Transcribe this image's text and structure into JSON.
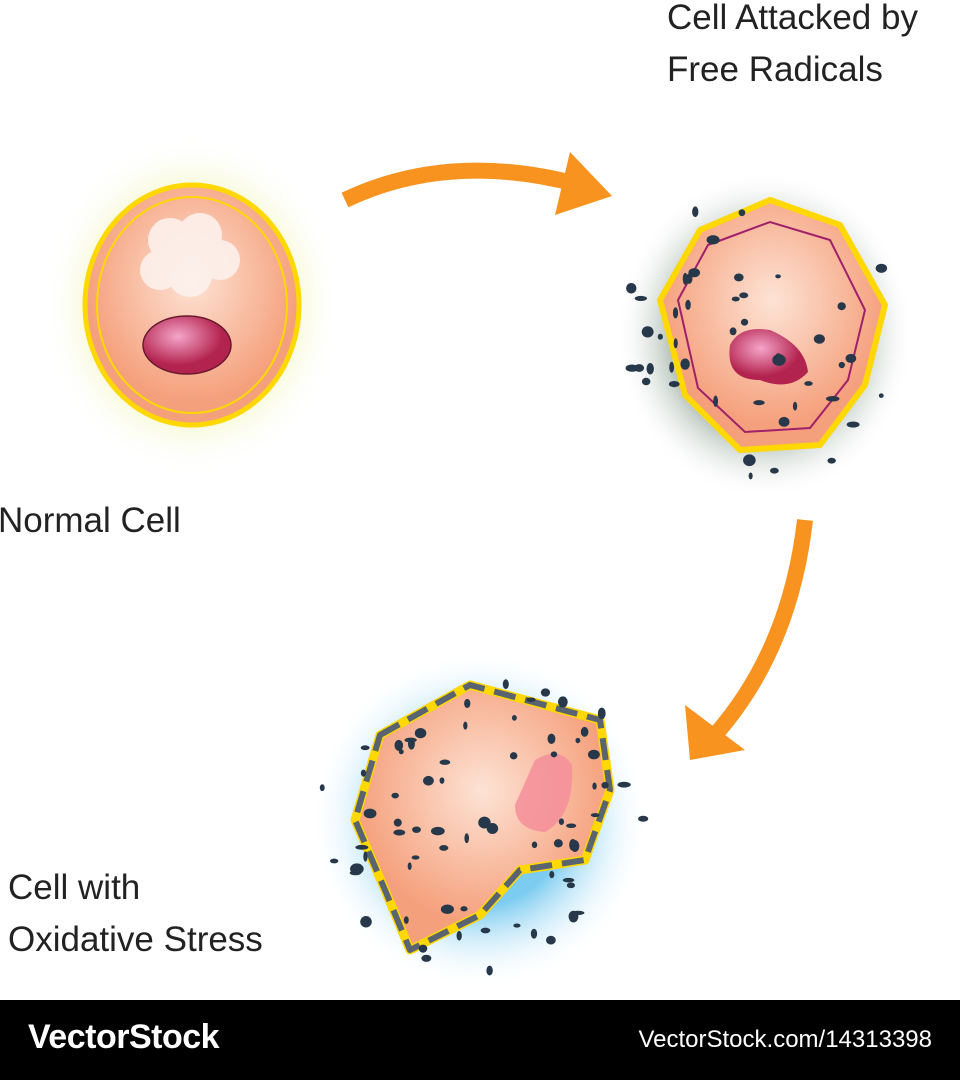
{
  "labels": {
    "normal_cell": "Normal Cell",
    "attacked_cell_line1": "Cell Attacked by",
    "attacked_cell_line2": "Free Radicals",
    "stressed_cell_line1": "Cell with",
    "stressed_cell_line2": "Oxidative Stress"
  },
  "footer": {
    "brand": "VectorStock",
    "url": "VectorStock.com/14313398"
  },
  "colors": {
    "arrow": "#f7931e",
    "cell_fill": "#f8b49a",
    "membrane": "#ffe100",
    "radical": "#263849",
    "footer_bg": "#000000"
  }
}
